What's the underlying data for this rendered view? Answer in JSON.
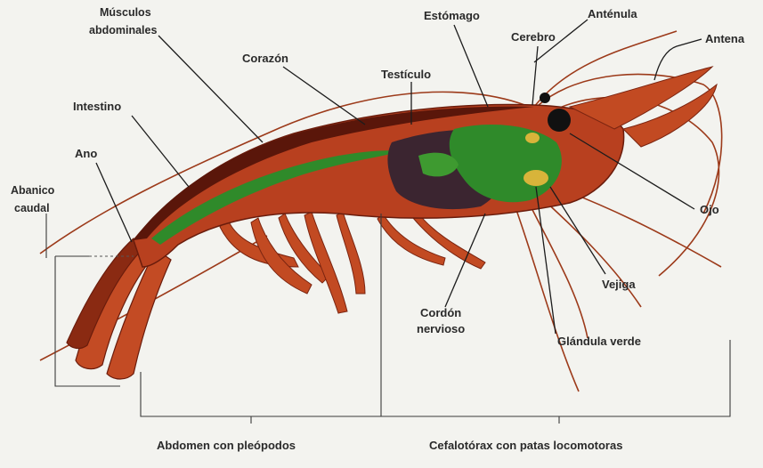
{
  "labels": {
    "musculos_line1": "Músculos",
    "musculos_line2": "abdominales",
    "estomago": "Estómago",
    "antenula": "Anténula",
    "antena": "Antena",
    "cerebro": "Cerebro",
    "corazon": "Corazón",
    "testiculo": "Testículo",
    "intestino": "Intestino",
    "ano": "Ano",
    "abanico_line1": "Abanico",
    "abanico_line2": "caudal",
    "ojo": "Ojo",
    "vejiga": "Vejiga",
    "cordon_line1": "Cordón",
    "cordon_line2": "nervioso",
    "glandula": "Glándula verde",
    "abdomen": "Abdomen con pleópodos",
    "cefalotorax": "Cefalotórax con patas locomotoras"
  },
  "colors": {
    "background": "#f3f3ef",
    "body": "#b8401f",
    "body_dark": "#6a1c0c",
    "muscle_green": "#2f8a2a",
    "organ_dark": "#3b2530",
    "gland_yellow": "#d8b43a",
    "leader": "#1c1c1c"
  }
}
